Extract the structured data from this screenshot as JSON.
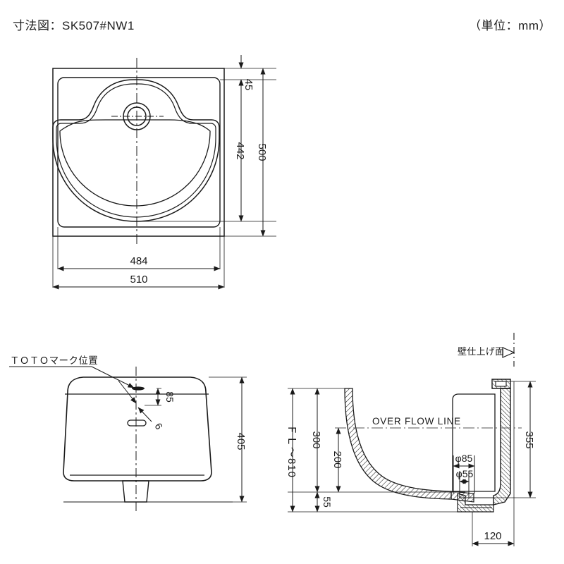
{
  "header": {
    "title": "寸法図：SK507#NW1",
    "unit_note": "（単位：mm）"
  },
  "views": {
    "top": {
      "name": "top-view",
      "dimensions": {
        "width_outer": "510",
        "width_inner": "484",
        "height_outer": "500",
        "height_inner": "442",
        "top_offset": "45"
      }
    },
    "front": {
      "name": "front-view",
      "annotation": "ＴＯＴＯマーク位置",
      "dimensions": {
        "mark_height": "85",
        "hole_offset": "6",
        "overall_height": "405"
      }
    },
    "section": {
      "name": "side-section-view",
      "wall_label": "壁仕上げ面",
      "overflow_label": "OVER FLOW LINE",
      "floor_label": "ＦＬ～810",
      "dimensions": {
        "bowl_depth": "300",
        "overflow_depth": "200",
        "base_height": "55",
        "back_height": "355",
        "depth_120": "120",
        "drain_outer": "φ85",
        "drain_inner": "φ55"
      }
    }
  },
  "colors": {
    "line": "#1a1a1a",
    "background": "#ffffff"
  }
}
